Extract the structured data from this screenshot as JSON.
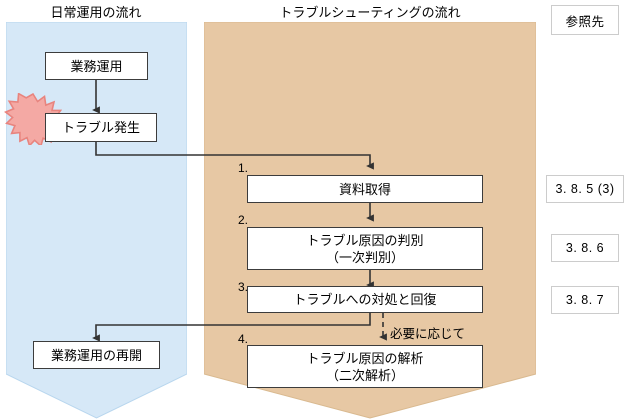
{
  "diagram": {
    "title_daily": "日常運用の流れ",
    "title_trouble": "トラブルシューティングの流れ",
    "reference_header": "参照先",
    "colors": {
      "daily_lane_fill": "#d6e8f7",
      "daily_lane_stroke": "#b8d6ee",
      "trouble_lane_fill": "#e7c8a4",
      "trouble_lane_stroke": "#d9b98f",
      "box_fill": "#ffffff",
      "box_stroke": "#3c3c3c",
      "ref_stroke": "#cccccc",
      "connector": "#333333",
      "burst_fill": "#f4a9a4",
      "burst_stroke": "#e8847e",
      "page_background": "#ffffff"
    }
  },
  "daily_flow": {
    "boxes": [
      {
        "id": "operation",
        "label": "業務運用",
        "sublabel": ""
      },
      {
        "id": "trouble-occurs",
        "label": "トラブル発生",
        "sublabel": ""
      },
      {
        "id": "operation-resume",
        "label": "業務運用の再開",
        "sublabel": ""
      }
    ]
  },
  "trouble_flow": {
    "steps": [
      {
        "number": "1.",
        "label": "資料取得",
        "sublabel": "",
        "reference": "3. 8. 5 (3)"
      },
      {
        "number": "2.",
        "label": "トラブル原因の判別",
        "sublabel": "（一次判別）",
        "reference": "3. 8. 6"
      },
      {
        "number": "3.",
        "label": "トラブルへの対処と回復",
        "sublabel": "",
        "reference": "3. 8. 7"
      },
      {
        "number": "4.",
        "label": "トラブル原因の解析",
        "sublabel": "（二次解析）",
        "reference": ""
      }
    ],
    "optional_label": "必要に応じて"
  }
}
